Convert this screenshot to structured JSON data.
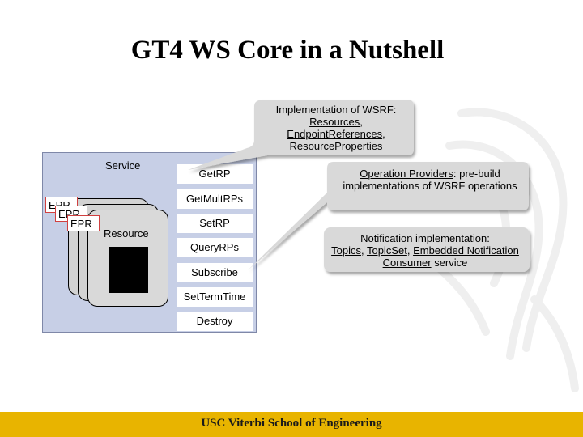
{
  "slide": {
    "title": "GT4 WS Core in a Nutshell"
  },
  "diagram": {
    "service_label": "Service",
    "resource_label": "Resource",
    "epr_labels": [
      "EPR",
      "EPR",
      "EPR"
    ],
    "operations": [
      "GetRP",
      "GetMultRPs",
      "SetRP",
      "QueryRPs",
      "Subscribe",
      "SetTermTime",
      "Destroy"
    ]
  },
  "callouts": {
    "wsrf": {
      "heading": "Implementation of WSRF:",
      "item1": "Resources",
      "sep1": ",",
      "item2": "EndpointReferences",
      "sep2": ",",
      "item3": "ResourceProperties"
    },
    "providers": {
      "link": "Operation Providers",
      "text": ": pre-build implementations of WSRF operations"
    },
    "notification": {
      "heading": "Notification implementation:",
      "item1": "Topics",
      "sep1": ", ",
      "item2": "TopicSet",
      "sep2": ", ",
      "item3": "Embedded Notification Consumer",
      "tail": " service"
    }
  },
  "footer": {
    "text": "USC Viterbi School of Engineering"
  },
  "colors": {
    "service_fill": "#c7cfe6",
    "callout_fill": "#d9d9d9",
    "footer_bar": "#e8b400",
    "epr_border": "#d04040"
  }
}
